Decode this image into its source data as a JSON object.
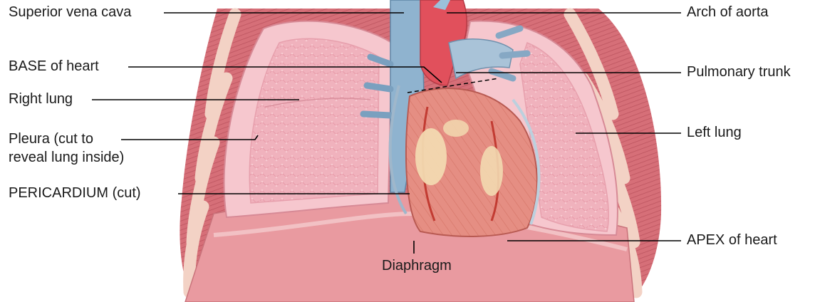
{
  "labels": {
    "superior_vena_cava": "Superior vena cava",
    "base_of_heart": "BASE of heart",
    "right_lung": "Right lung",
    "pleura_line1": "Pleura (cut to",
    "pleura_line2": "reveal lung inside)",
    "pericardium": "PERICARDIUM (cut)",
    "arch_of_aorta": "Arch of aorta",
    "pulmonary_trunk": "Pulmonary trunk",
    "left_lung": "Left lung",
    "apex_of_heart": "APEX of heart",
    "diaphragm": "Diaphragm"
  },
  "colors": {
    "muscle": "#d9777d",
    "rib": "#f2cfc0",
    "lung": "#f1b4be",
    "pleura": "#f7c9cf",
    "heart": "#e88a7d",
    "vein_blue": "#8fb3cf",
    "aorta_red": "#e1505c",
    "fat": "#f2d9b0"
  }
}
